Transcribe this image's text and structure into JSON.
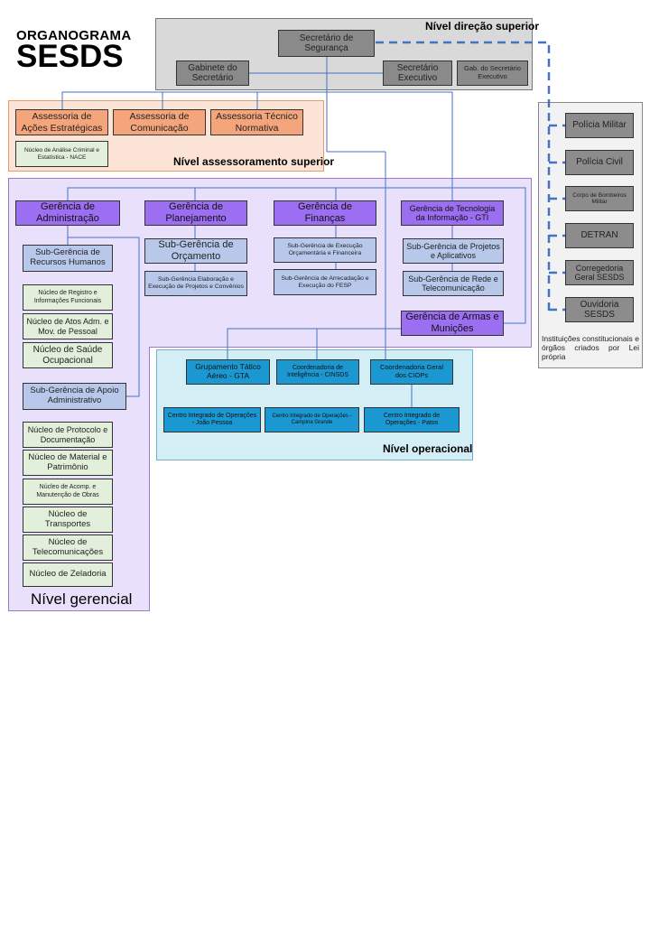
{
  "title_small": "ORGANOGRAMA",
  "title_large": "SESDS",
  "levels": {
    "direcao": "Nível direção superior",
    "assessoramento": "Nível assessoramento superior",
    "gerencial": "Nível gerencial",
    "operacional": "Nível operacional"
  },
  "direcao": {
    "secretario": "Secretário de Segurança",
    "gabinete": "Gabinete do Secretário",
    "executivo": "Secretário Executivo",
    "gab_exec": "Gab. do Secretário Executivo"
  },
  "assessoria": {
    "acoes": "Assessoria de Ações Estratégicas",
    "comunicacao": "Assessoria de Comunicação",
    "tecnico": "Assessoria Técnico Normativa",
    "nace": "Núcleo de Análise Criminal e Estatística - NACE"
  },
  "gerencias": {
    "administracao": "Gerência de Administração",
    "planejamento": "Gerência de Planejamento",
    "financas": "Gerência de Finanças",
    "gti": "Gerência de Tecnologia da Informação - GTI",
    "armas": "Gerência de Armas e Munições"
  },
  "admin": {
    "sg_rh": "Sub-Gerência de Recursos Humanos",
    "n_registro": "Núcleo de Registro e Informações Funcionais",
    "n_atos": "Núcleo de Atos Adm. e Mov. de Pessoal",
    "n_saude": "Núcleo de Saúde Ocupacional",
    "sg_apoio": "Sub-Gerência de Apoio Administrativo",
    "n_protocolo": "Núcleo de Protocolo e Documentação",
    "n_material": "Núcleo de Material e Patrimônio",
    "n_obras": "Núcleo de Acomp. e Manutenção de Obras",
    "n_transportes": "Núcleo de Transportes",
    "n_telecom": "Núcleo de Telecomunicações",
    "n_zeladoria": "Núcleo de Zeladoria"
  },
  "planej": {
    "sg_orcamento": "Sub-Gerência de Orçamento",
    "sg_elaboracao": "Sub-Gerência Elaboração e Execução de Projetos e Convênios"
  },
  "financ": {
    "sg_execucao": "Sub-Gerência de Execução Orçamentária e Financeira",
    "sg_arrecadacao": "Sub-Gerência de Arrecadação e Execução do FESP"
  },
  "gti_sub": {
    "sg_projetos": "Sub-Gerência de Projetos e Aplicativos",
    "sg_rede": "Sub-Gerência de Rede e Telecomunicação"
  },
  "operacional": {
    "gta": "Grupamento Tático Aéreo - GTA",
    "cinsds": "Coordenadoria de Inteligência - CINSDS",
    "ciops": "Coordenadoria Geral dos CIOPs",
    "joao_pessoa": "Centro Integrado de Operações - João Pessoa",
    "campina": "Centro Integrado de Operações - Campina Grande",
    "patos": "Centro Integrado de Operações - Patos"
  },
  "instituicoes": {
    "items": [
      "Polícia Militar",
      "Polícia Civil",
      "Corpo de Bombeiros Militar",
      "DETRAN",
      "Corregedoria Geral SESDS",
      "Ouvidoria SESDS"
    ],
    "caption": "Instituições constitucionais e órgãos criados por Lei própria"
  },
  "colors": {
    "direcao_bg": "#d9d9d9",
    "assessoramento_bg": "#fbe4d5",
    "gerencial_bg": "#e9e0fb",
    "operacional_bg": "#d4eef6",
    "line": "#4472c4"
  }
}
